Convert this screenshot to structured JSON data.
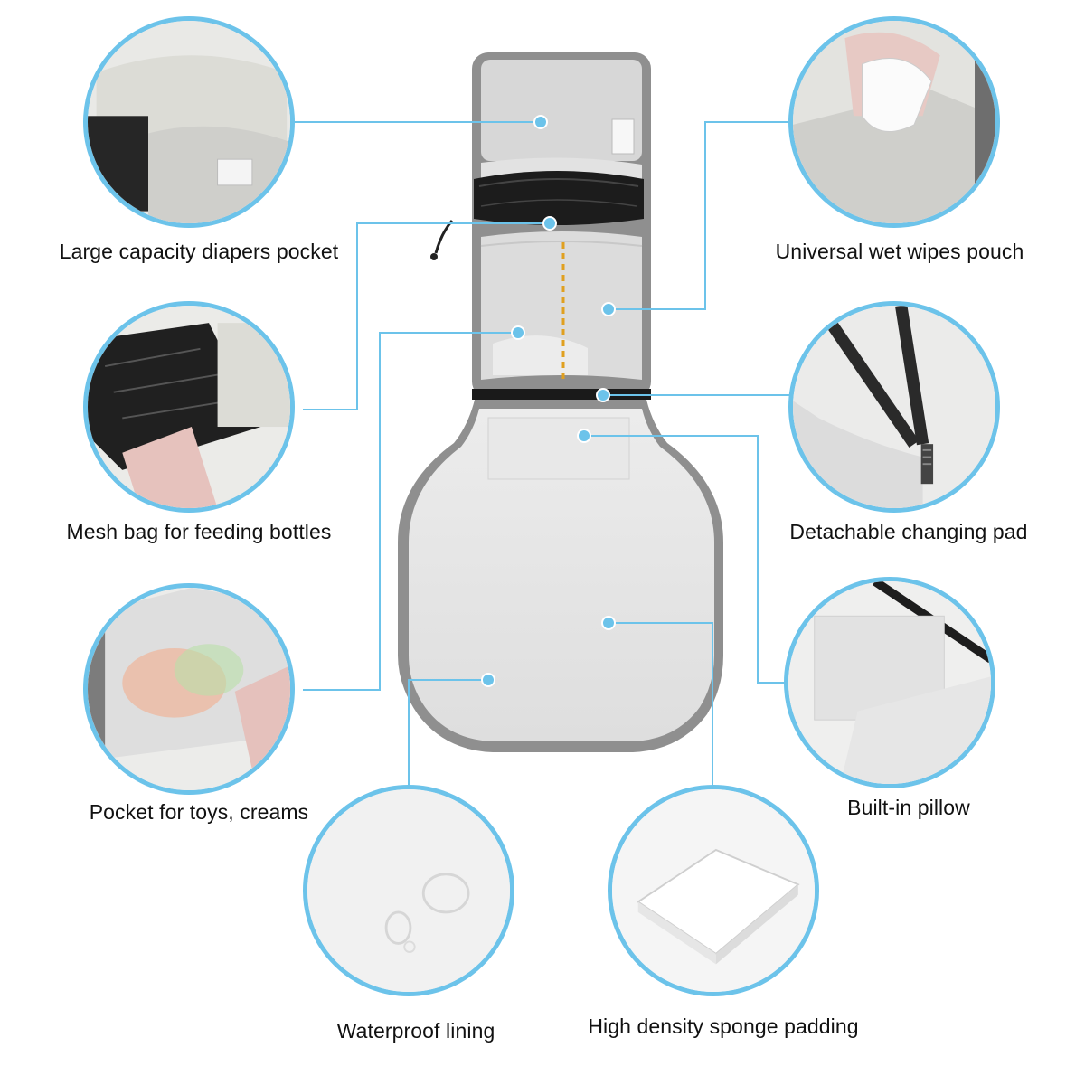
{
  "accent_color": "#6cc3ea",
  "features": {
    "diapers_pocket": "Large capacity diapers pocket",
    "mesh_bag": "Mesh bag for feeding bottles",
    "toys_pocket": "Pocket for toys, creams",
    "wet_wipes": "Universal wet wipes pouch",
    "changing_pad": "Detachable changing pad",
    "pillow": "Built-in pillow",
    "waterproof": "Waterproof lining",
    "sponge": "High density sponge padding"
  },
  "icons": {
    "callout_marker": "dot-icon"
  }
}
